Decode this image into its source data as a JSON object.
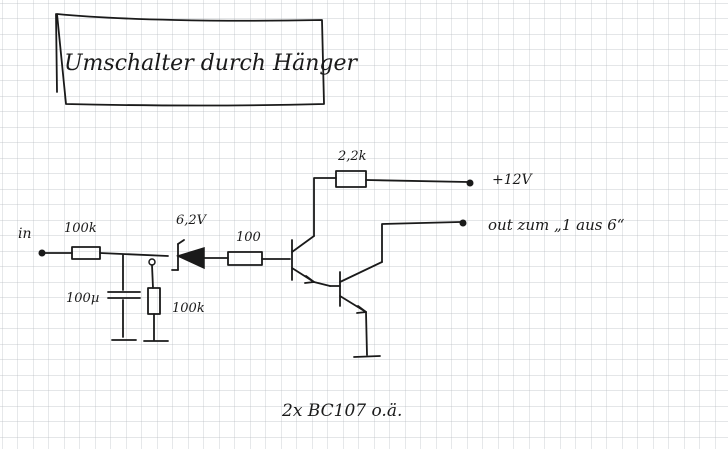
{
  "title": "Umschalter durch Hänger",
  "labels": {
    "input": "in",
    "r_in": "100k",
    "cap": "100µ",
    "r_shunt": "100k",
    "zener": "6,2V",
    "r_base": "100",
    "r_collector": "2,2k",
    "supply": "+12V",
    "output": "out zum „1 aus 6“",
    "transistors": "2x BC107 o.ä."
  },
  "colors": {
    "grid": "#b9bcc2",
    "ink": "#1a1a1a",
    "paper": "#ffffff"
  }
}
